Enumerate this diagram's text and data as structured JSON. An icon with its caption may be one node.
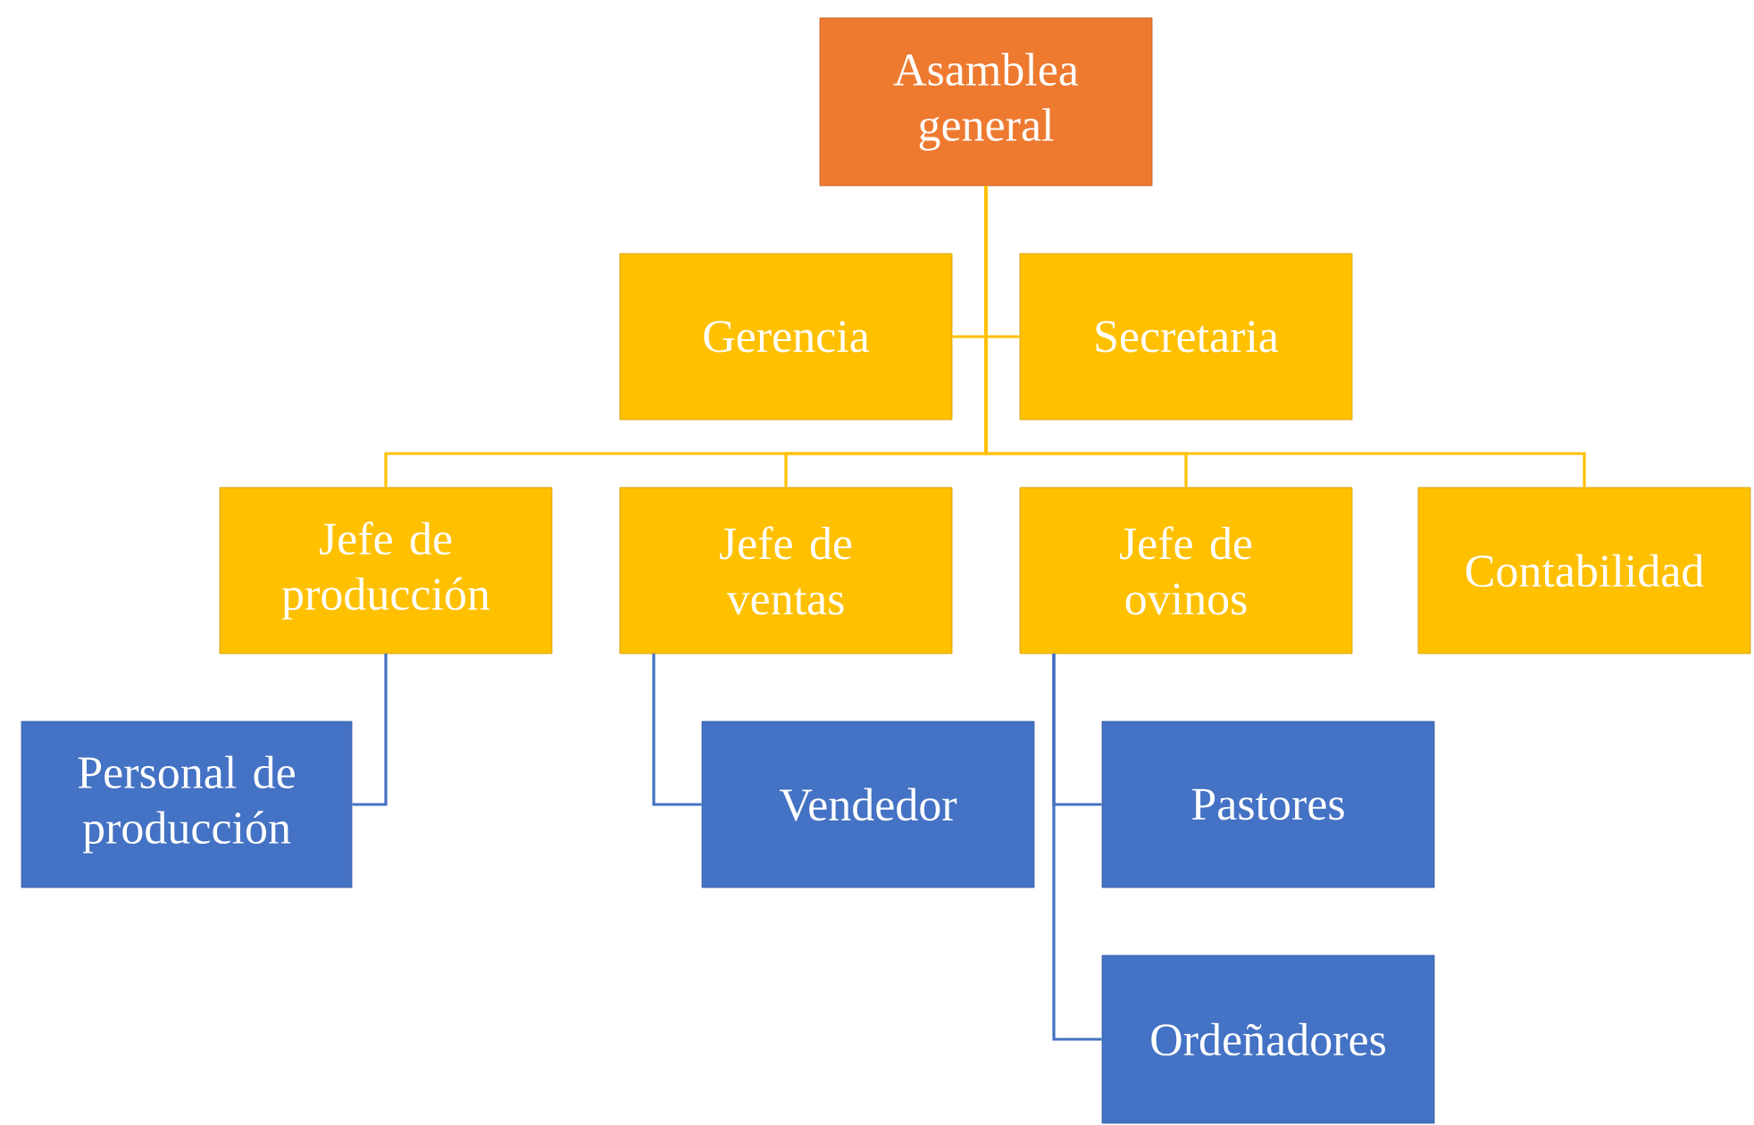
{
  "diagram": {
    "nodes": [
      {
        "text": [
          "Asamblea general"
        ]
      },
      {
        "text": [
          "Gerencia"
        ]
      },
      {
        "text": [
          "Secretaria"
        ]
      },
      {
        "text": [
          "Jefe de producción"
        ]
      },
      {
        "text": [
          "Jefe de ventas"
        ]
      },
      {
        "text": [
          "Jefe de ovinos"
        ]
      },
      {
        "text": [
          "Contabilidad"
        ]
      },
      {
        "text": [
          "Personal de producción"
        ]
      },
      {
        "text": [
          "Vendedor"
        ]
      },
      {
        "text": [
          "Pastores"
        ]
      },
      {
        "text": [
          "Ordeñadores"
        ]
      }
    ],
    "edges": [
      {
        "from": 0,
        "to": 1,
        "arrow": "none"
      },
      {
        "from": 0,
        "to": 2,
        "arrow": "none"
      },
      {
        "from": 0,
        "to": 3,
        "arrow": "none"
      },
      {
        "from": 0,
        "to": 4,
        "arrow": "none"
      },
      {
        "from": 0,
        "to": 5,
        "arrow": "none"
      },
      {
        "from": 0,
        "to": 6,
        "arrow": "none"
      },
      {
        "from": 3,
        "to": 7,
        "arrow": "none",
        "color": "#4472c4"
      },
      {
        "from": 4,
        "to": 8,
        "arrow": "none",
        "color": "#4472c4"
      },
      {
        "from": 5,
        "to": 9,
        "arrow": "none",
        "color": "#4472c4"
      },
      {
        "from": 5,
        "to": 10,
        "arrow": "none",
        "color": "#4472c4"
      }
    ]
  }
}
